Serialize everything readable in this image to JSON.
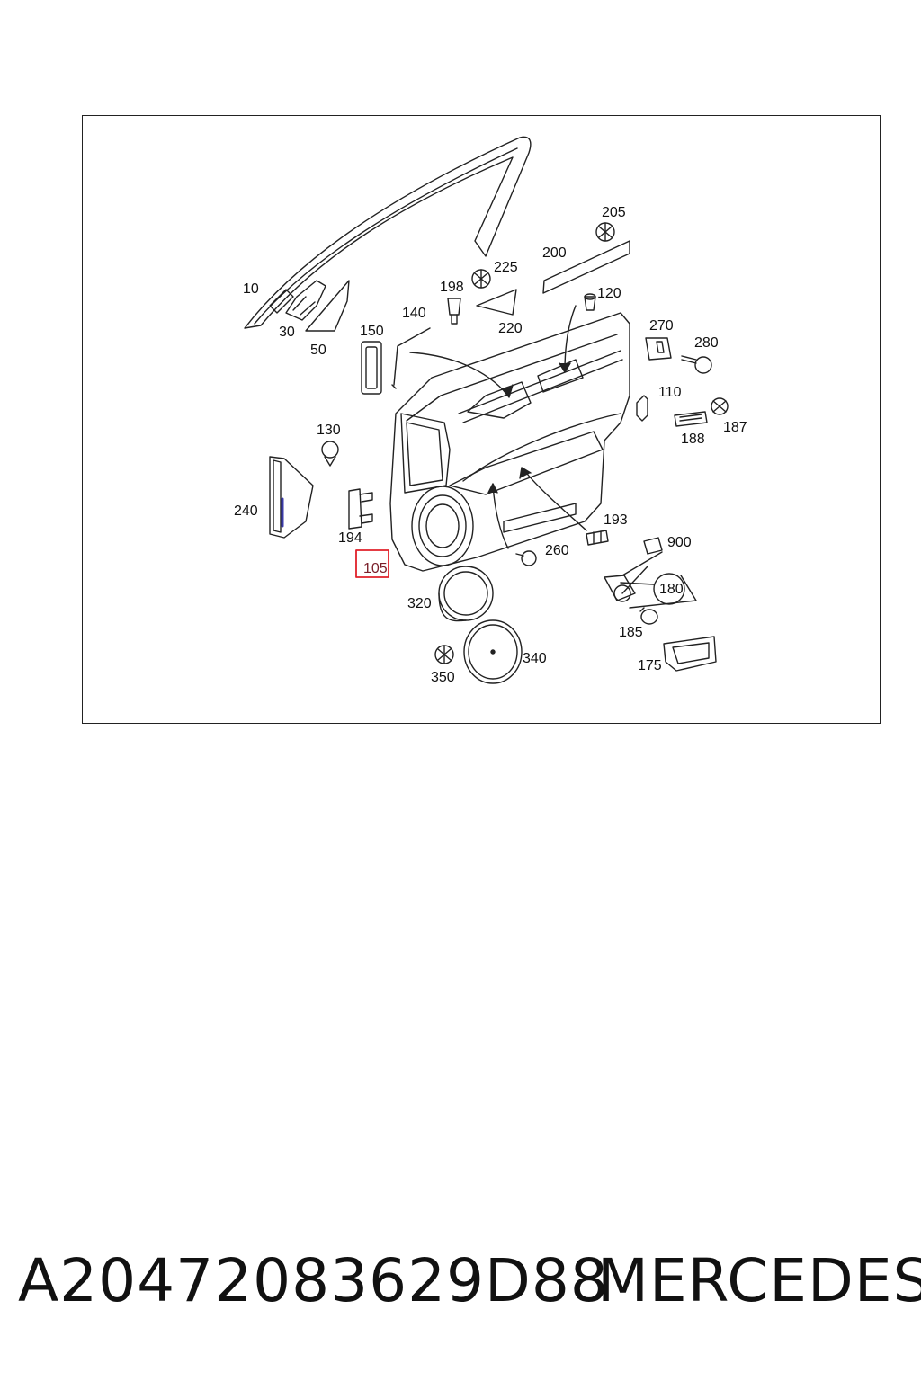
{
  "diagram": {
    "callouts": [
      "10",
      "30",
      "50",
      "150",
      "140",
      "198",
      "225",
      "220",
      "200",
      "205",
      "120",
      "270",
      "280",
      "110",
      "187",
      "188",
      "130",
      "240",
      "194",
      "105",
      "193",
      "260",
      "900",
      "180",
      "185",
      "175",
      "320",
      "340",
      "350"
    ],
    "highlighted": "105",
    "colors": {
      "line": "#222222",
      "highlight": "#e0202a",
      "text": "#111111",
      "accent_blue": "#3a3aa8"
    }
  },
  "footer": {
    "part_number": "A20472083629D88",
    "brand": "MERCEDES"
  }
}
